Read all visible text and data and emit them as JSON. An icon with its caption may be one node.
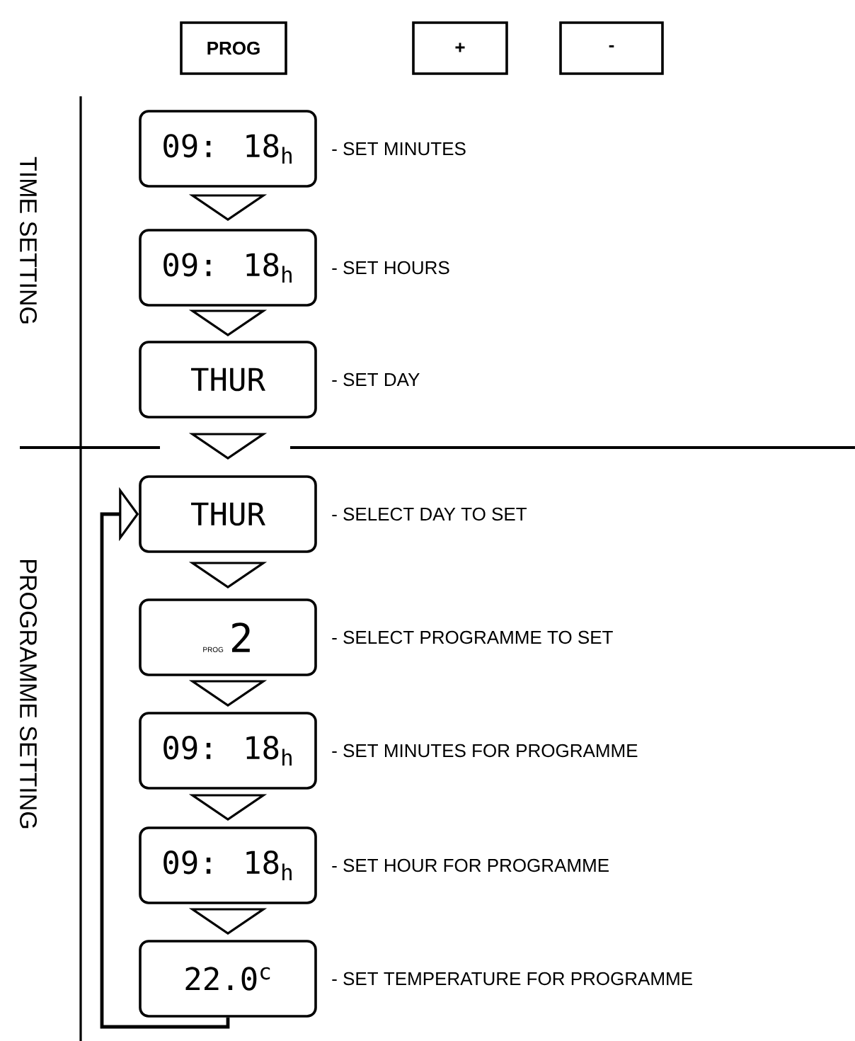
{
  "diagram": {
    "nodes": [
      {
        "text": [
          "PROG"
        ]
      },
      {
        "text": [
          "+"
        ]
      },
      {
        "text": [
          "-"
        ]
      },
      {
        "text": [
          "09: 18$_{h}$"
        ],
        "beside": [
          "- SET MINUTES"
        ]
      },
      {
        "text": [
          "09: 18$_{h}$"
        ],
        "beside": [
          "- SET HOURS"
        ]
      },
      {
        "text": [
          "THUR"
        ],
        "beside": [
          "- SET DAY"
        ]
      },
      {
        "text": [
          "THUR"
        ],
        "beside": [
          "- SELECT DAY TO SET"
        ]
      },
      {
        "text": [
          "PROG",
          "2"
        ],
        "beside": [
          "- SELECT PROGRAMME TO SET"
        ]
      },
      {
        "text": [
          "09: 18$_{h}$"
        ],
        "beside": [
          "- SET MINUTES FOR PROGRAMME"
        ]
      },
      {
        "text": [
          "09: 18$_{h}$"
        ],
        "beside": [
          "- SET HOUR FOR PROGRAMME"
        ]
      },
      {
        "text": [
          "22.0$^{c}$"
        ],
        "beside": [
          "- SET TEMPERATURE FOR PROGRAMME"
        ]
      }
    ],
    "edges": [
      {
        "from": 3,
        "to": 4,
        "arrow": "to"
      },
      {
        "from": 4,
        "to": 5,
        "arrow": "to"
      },
      {
        "from": 5,
        "to": 6,
        "arrow": "to"
      },
      {
        "from": 6,
        "to": 7,
        "arrow": "to"
      },
      {
        "from": 7,
        "to": 8,
        "arrow": "to"
      },
      {
        "from": 8,
        "to": 9,
        "arrow": "to"
      },
      {
        "from": 9,
        "to": 10,
        "arrow": "to"
      },
      {
        "from": 10,
        "to": 6,
        "arrow": "to"
      }
    ],
    "labels": [
      "TIME SETTING",
      "PROGRAMME SETTING"
    ]
  }
}
